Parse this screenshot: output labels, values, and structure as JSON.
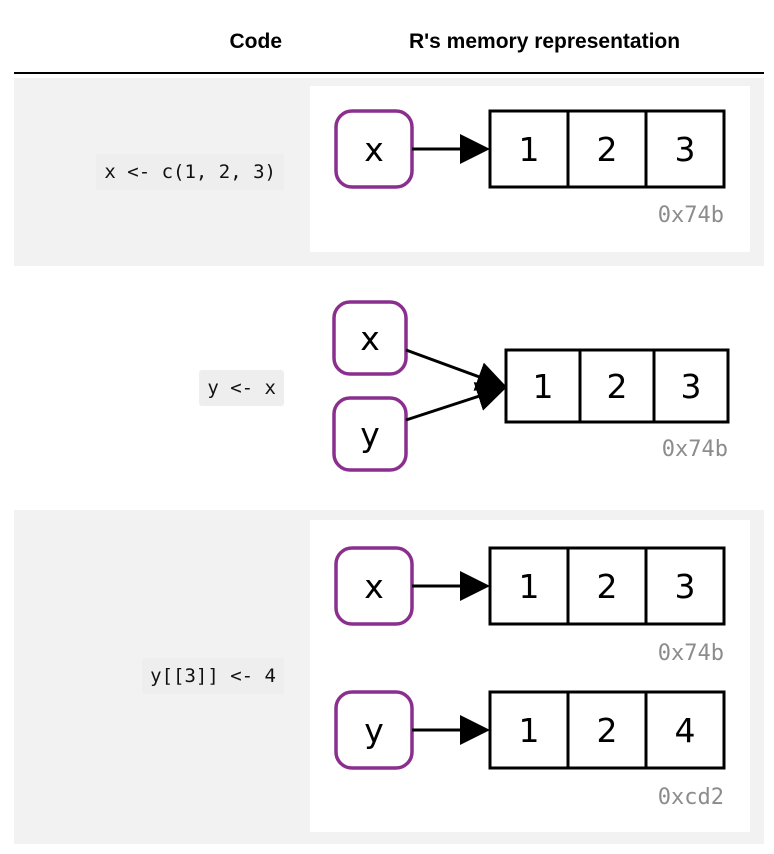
{
  "header": {
    "code_label": "Code",
    "memory_label": "R's memory representation"
  },
  "colors": {
    "name_box_border": "#8b2f8f",
    "address_text": "#8c8c8c",
    "row_shade": "#f2f2f2"
  },
  "rows": [
    {
      "code": "x <- c(1, 2, 3)",
      "names": [
        "x"
      ],
      "vectors": [
        {
          "values": [
            "1",
            "2",
            "3"
          ],
          "address": "0x74b"
        }
      ]
    },
    {
      "code": "y <- x",
      "names": [
        "x",
        "y"
      ],
      "vectors": [
        {
          "values": [
            "1",
            "2",
            "3"
          ],
          "address": "0x74b"
        }
      ]
    },
    {
      "code": "y[[3]] <- 4",
      "names": [
        "x",
        "y"
      ],
      "vectors": [
        {
          "values": [
            "1",
            "2",
            "3"
          ],
          "address": "0x74b"
        },
        {
          "values": [
            "1",
            "2",
            "4"
          ],
          "address": "0xcd2"
        }
      ]
    }
  ]
}
